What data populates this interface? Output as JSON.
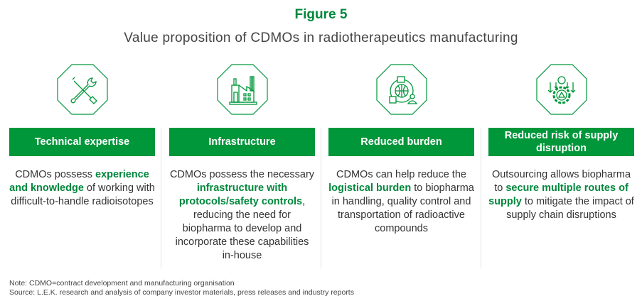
{
  "figure_label": "Figure 5",
  "title": "Value proposition of CDMOs in radiotherapeutics manufacturing",
  "colors": {
    "green": "#00963a",
    "text_green": "#00873c"
  },
  "columns": [
    {
      "icon": "tools-icon",
      "heading": "Technical expertise",
      "text": [
        {
          "t": "CDMOs possess "
        },
        {
          "t": "experience and knowledge",
          "b": true
        },
        {
          "t": " of working with difficult-to-handle radioisotopes"
        }
      ]
    },
    {
      "icon": "factory-icon",
      "heading": "Infrastructure",
      "text": [
        {
          "t": "CDMOs possess the necessary "
        },
        {
          "t": "infrastructure with protocols/safety controls",
          "b": true
        },
        {
          "t": ", reducing the need for biopharma to develop and incorporate these capabilities in-house"
        }
      ]
    },
    {
      "icon": "global-logistics-icon",
      "heading": "Reduced burden",
      "text": [
        {
          "t": "CDMOs can help reduce the "
        },
        {
          "t": "logistical burden",
          "b": true
        },
        {
          "t": " to biopharma in handling, quality control and transportation of radioactive compounds"
        }
      ]
    },
    {
      "icon": "risk-gear-icon",
      "heading": "Reduced risk of supply disruption",
      "text": [
        {
          "t": "Outsourcing allows biopharma to "
        },
        {
          "t": "secure multiple routes of supply",
          "b": true
        },
        {
          "t": " to mitigate the impact of supply chain disruptions"
        }
      ]
    }
  ],
  "note": "Note: CDMO=contract development and manufacturing organisation",
  "source": "Source: L.E.K. research and analysis of company investor materials, press releases and industry reports"
}
